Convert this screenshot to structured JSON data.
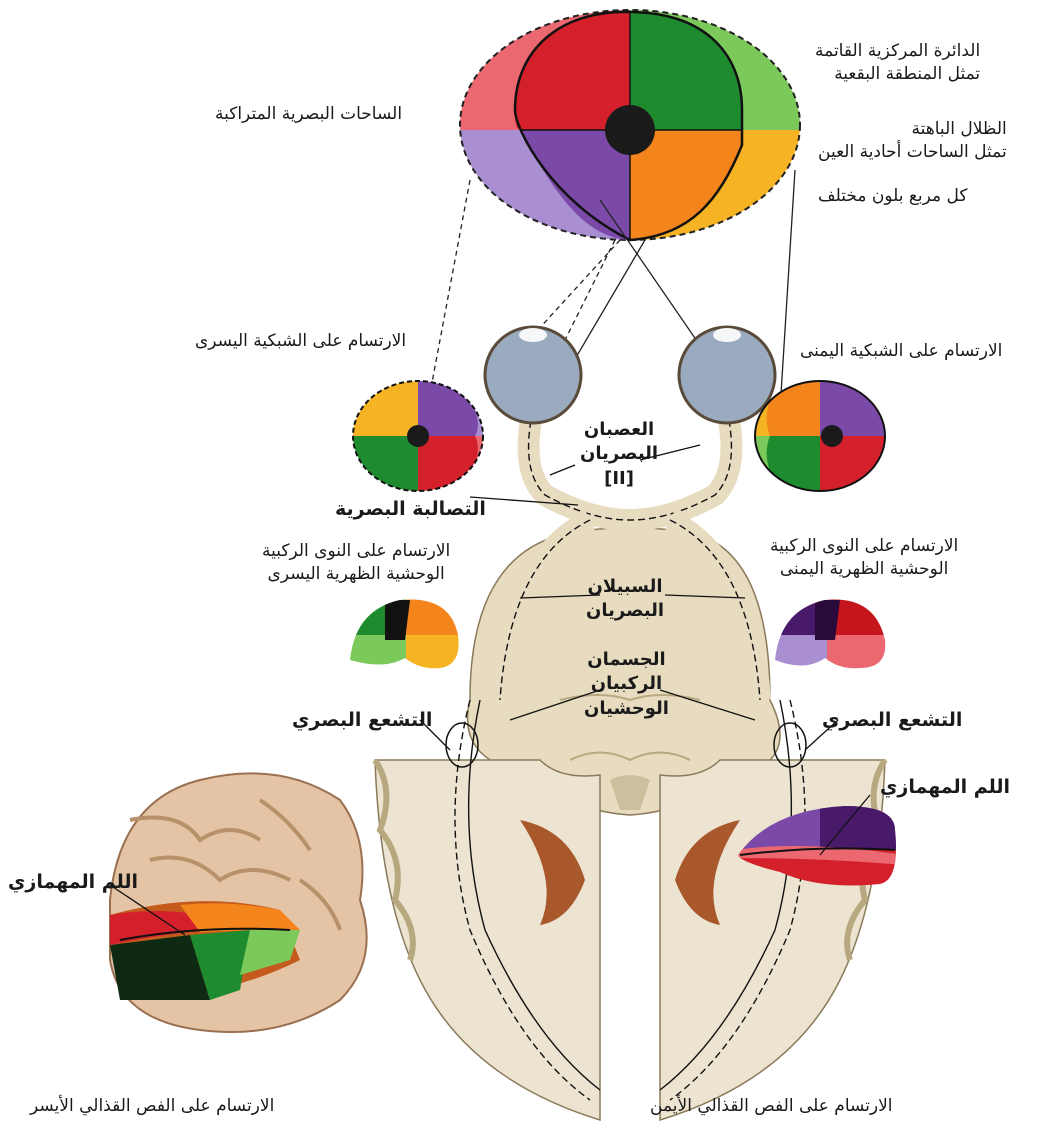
{
  "labels": {
    "central_circle_l1": "الدائرة المركزية القاتمة",
    "central_circle_l2": "تمثل المنطقة البقعية",
    "overlap_fields": "الساحات البصرية المتراكبة",
    "pale_shades_l1": "الظلال الباهتة",
    "pale_shades_l2": "تمثل الساحات أحادية العين",
    "each_square": "كل مربع بلون مختلف",
    "left_retina": "الارتسام على الشبكية اليسرى",
    "right_retina": "الارتسام على الشبكية اليمنى",
    "optic_nerves_l1": "العصبان",
    "optic_nerves_l2": "البصريان",
    "optic_nerves_l3": "[II]",
    "optic_chiasm": "التصالبة البصرية",
    "left_lgn_l1": "الارتسام على النوى الركبية",
    "left_lgn_l2": "الوحشية الظهرية اليسرى",
    "right_lgn_l1": "الارتسام على النوى الركبية",
    "right_lgn_l2": "الوحشية الظهرية اليمنى",
    "optic_tracts_l1": "السبيلان",
    "optic_tracts_l2": "البصريان",
    "lgn_bodies_l1": "الجسمان",
    "lgn_bodies_l2": "الركبيان",
    "lgn_bodies_l3": "الوحشيان",
    "left_radiation": "التشعع البصري",
    "right_radiation": "التشعع البصري",
    "left_calcarine": "اللم المهمازي",
    "right_calcarine": "اللم المهمازي",
    "left_occipital": "الارتسام على الفص القذالي الأيسر",
    "right_occipital": "الارتسام على الفص القذالي الأيمن"
  },
  "colors": {
    "upper_left_quadrant": "#d4202a",
    "upper_right_quadrant": "#1e8c2e",
    "lower_left_quadrant": "#7b4aa8",
    "lower_right_quadrant": "#f4841c",
    "pale_left_upper": "#ec6870",
    "pale_left_lower": "#a98ed2",
    "pale_right_upper": "#7ac95a",
    "pale_right_lower": "#f6b425",
    "macula": "#1a1a1a",
    "brain_tissue": "#e8dcc0",
    "eye": "#9aabbf"
  }
}
